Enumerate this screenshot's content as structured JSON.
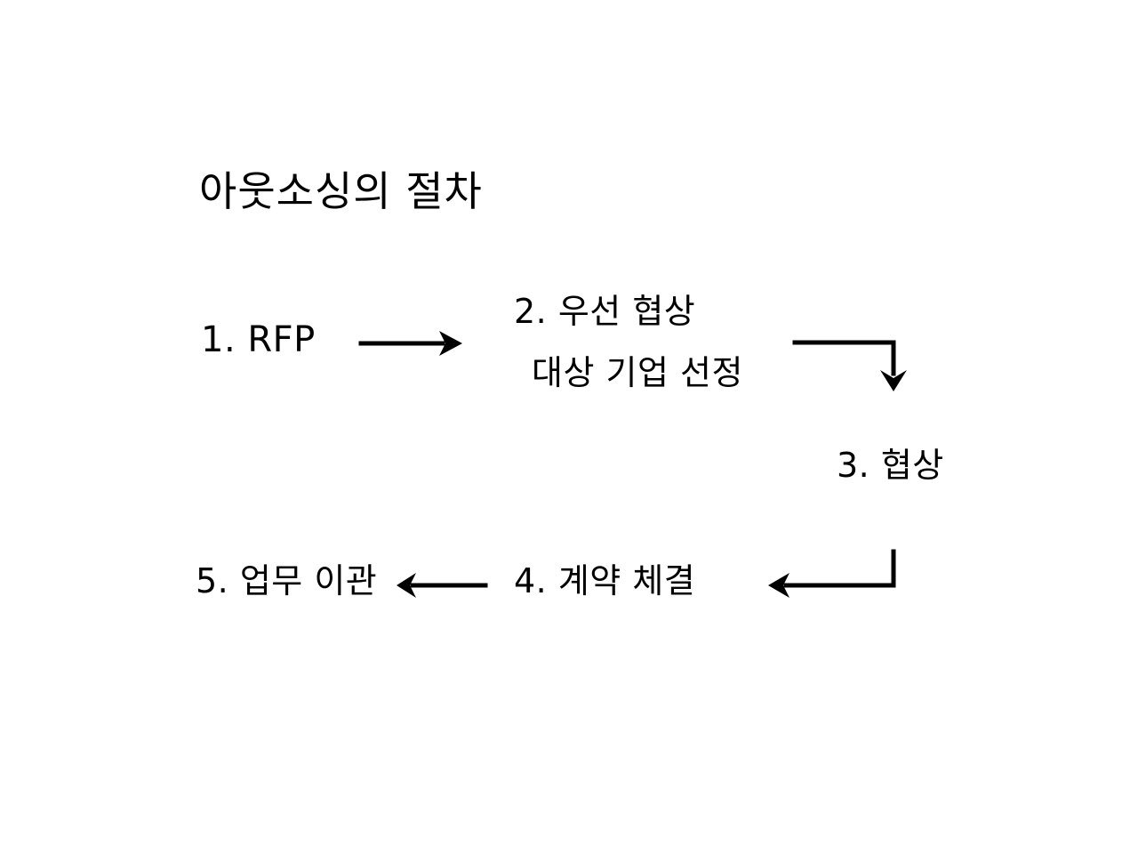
{
  "slide": {
    "title": "아웃소싱의 절차",
    "background_color": "#ffffff",
    "ink_color": "#000000"
  },
  "diagram": {
    "type": "flowchart",
    "steps": [
      {
        "number": "1",
        "label": "1. RFP"
      },
      {
        "number": "2",
        "label_line1": "2. 우선 협상",
        "label_line2": "대상 기업 선정"
      },
      {
        "number": "3",
        "label": "3.  협상"
      },
      {
        "number": "4",
        "label": "4. 계약 체결"
      },
      {
        "number": "5",
        "label": "5. 업무 이관"
      }
    ],
    "connectors": [
      {
        "name": "arrow-step1-to-step2",
        "shape": "straight",
        "direction": "right"
      },
      {
        "name": "arrow-step2-to-step3",
        "shape": "elbow",
        "direction": "right-then-down"
      },
      {
        "name": "arrow-step3-to-step4",
        "shape": "elbow",
        "direction": "down-then-left"
      },
      {
        "name": "arrow-step4-to-step5",
        "shape": "straight",
        "direction": "left"
      }
    ]
  }
}
